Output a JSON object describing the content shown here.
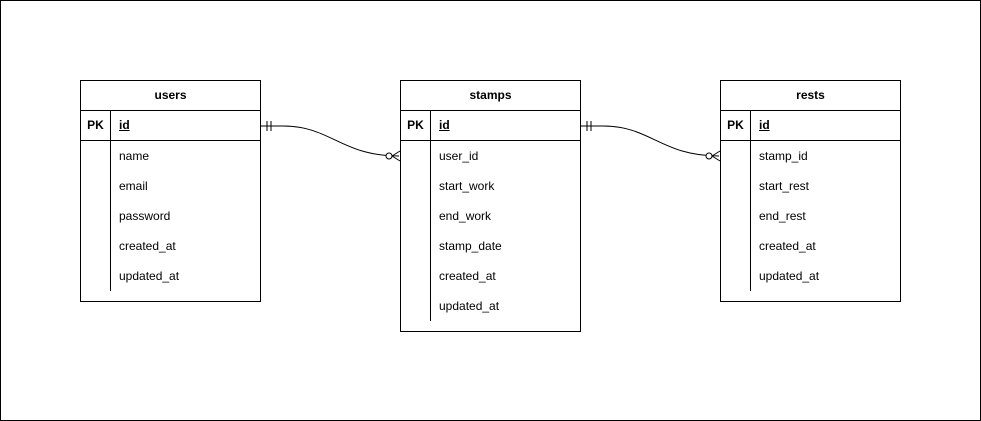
{
  "entities": [
    {
      "id": "users",
      "title": "users",
      "pk_label": "PK",
      "pk_field": "id",
      "fields": [
        "name",
        "email",
        "password",
        "created_at",
        "updated_at"
      ]
    },
    {
      "id": "stamps",
      "title": "stamps",
      "pk_label": "PK",
      "pk_field": "id",
      "fields": [
        "user_id",
        "start_work",
        "end_work",
        "stamp_date",
        "created_at",
        "updated_at"
      ]
    },
    {
      "id": "rests",
      "title": "rests",
      "pk_label": "PK",
      "pk_field": "id",
      "fields": [
        "stamp_id",
        "start_rest",
        "end_rest",
        "created_at",
        "updated_at"
      ]
    }
  ],
  "relationships": [
    {
      "from": "users.id",
      "to": "stamps.user_id",
      "from_cardinality": "exactly-one",
      "to_cardinality": "zero-or-many"
    },
    {
      "from": "stamps.id",
      "to": "rests.stamp_id",
      "from_cardinality": "exactly-one",
      "to_cardinality": "zero-or-many"
    }
  ],
  "colors": {
    "line": "#000000",
    "background": "#ffffff"
  }
}
